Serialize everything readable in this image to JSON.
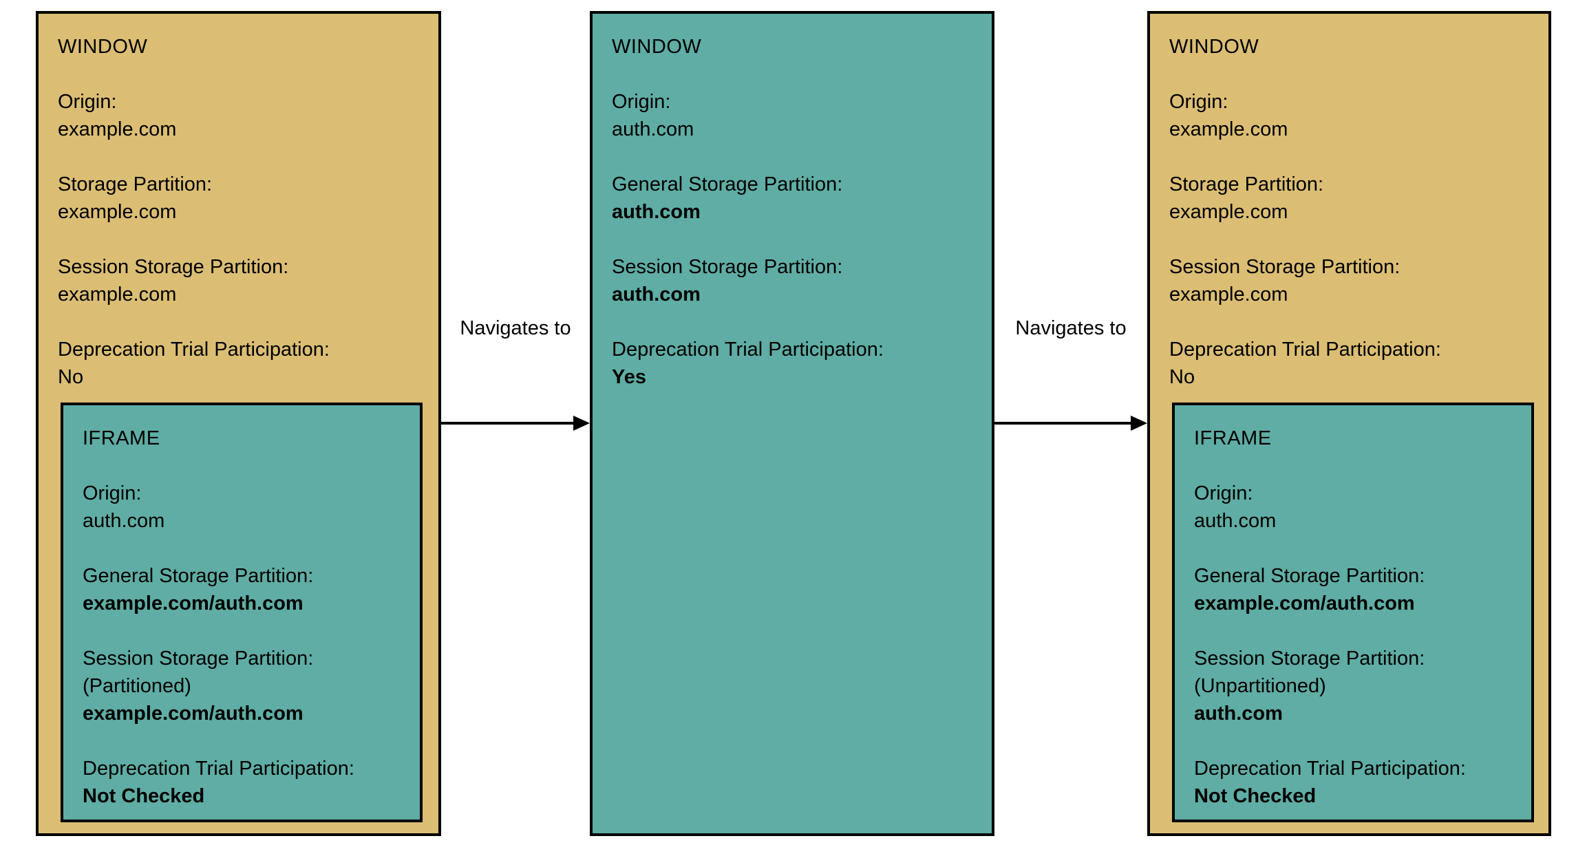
{
  "colors": {
    "window_tan": "#DBBE74",
    "teal": "#5FADA4",
    "border": "#000000",
    "background": "#FFFFFF"
  },
  "arrows": [
    {
      "label": "Navigates to"
    },
    {
      "label": "Navigates to"
    }
  ],
  "windows": [
    {
      "title": "WINDOW",
      "fields": [
        {
          "lines": [
            {
              "text": "Origin:",
              "bold": false
            },
            {
              "text": "example.com",
              "bold": false
            }
          ]
        },
        {
          "lines": [
            {
              "text": "Storage Partition:",
              "bold": false
            },
            {
              "text": "example.com",
              "bold": false
            }
          ]
        },
        {
          "lines": [
            {
              "text": "Session Storage Partition:",
              "bold": false
            },
            {
              "text": "example.com",
              "bold": false
            }
          ]
        },
        {
          "lines": [
            {
              "text": "Deprecation Trial Participation:",
              "bold": false
            },
            {
              "text": "No",
              "bold": false
            }
          ]
        }
      ],
      "iframe": {
        "title": "IFRAME",
        "fields": [
          {
            "lines": [
              {
                "text": "Origin:",
                "bold": false
              },
              {
                "text": "auth.com",
                "bold": false
              }
            ]
          },
          {
            "lines": [
              {
                "text": "General Storage Partition:",
                "bold": false
              },
              {
                "text": "example.com/auth.com",
                "bold": true
              }
            ]
          },
          {
            "lines": [
              {
                "text": "Session Storage Partition:",
                "bold": false
              },
              {
                "text": "(Partitioned)",
                "bold": false
              },
              {
                "text": "example.com/auth.com",
                "bold": true
              }
            ]
          },
          {
            "lines": [
              {
                "text": "Deprecation Trial Participation:",
                "bold": false
              },
              {
                "text": "Not Checked",
                "bold": true
              }
            ]
          }
        ]
      }
    },
    {
      "title": "WINDOW",
      "fields": [
        {
          "lines": [
            {
              "text": "Origin:",
              "bold": false
            },
            {
              "text": "auth.com",
              "bold": false
            }
          ]
        },
        {
          "lines": [
            {
              "text": "General Storage Partition:",
              "bold": false
            },
            {
              "text": "auth.com",
              "bold": true
            }
          ]
        },
        {
          "lines": [
            {
              "text": "Session Storage Partition:",
              "bold": false
            },
            {
              "text": "auth.com",
              "bold": true
            }
          ]
        },
        {
          "lines": [
            {
              "text": "Deprecation Trial Participation:",
              "bold": false
            },
            {
              "text": "Yes",
              "bold": true
            }
          ]
        }
      ]
    },
    {
      "title": "WINDOW",
      "fields": [
        {
          "lines": [
            {
              "text": "Origin:",
              "bold": false
            },
            {
              "text": "example.com",
              "bold": false
            }
          ]
        },
        {
          "lines": [
            {
              "text": "Storage Partition:",
              "bold": false
            },
            {
              "text": "example.com",
              "bold": false
            }
          ]
        },
        {
          "lines": [
            {
              "text": "Session Storage Partition:",
              "bold": false
            },
            {
              "text": "example.com",
              "bold": false
            }
          ]
        },
        {
          "lines": [
            {
              "text": "Deprecation Trial Participation:",
              "bold": false
            },
            {
              "text": "No",
              "bold": false
            }
          ]
        }
      ],
      "iframe": {
        "title": "IFRAME",
        "fields": [
          {
            "lines": [
              {
                "text": "Origin:",
                "bold": false
              },
              {
                "text": "auth.com",
                "bold": false
              }
            ]
          },
          {
            "lines": [
              {
                "text": "General Storage Partition:",
                "bold": false
              },
              {
                "text": "example.com/auth.com",
                "bold": true
              }
            ]
          },
          {
            "lines": [
              {
                "text": "Session Storage Partition:",
                "bold": false
              },
              {
                "text": "(Unpartitioned)",
                "bold": false
              },
              {
                "text": "auth.com",
                "bold": true
              }
            ]
          },
          {
            "lines": [
              {
                "text": "Deprecation Trial Participation:",
                "bold": false
              },
              {
                "text": "Not Checked",
                "bold": true
              }
            ]
          }
        ]
      }
    }
  ]
}
